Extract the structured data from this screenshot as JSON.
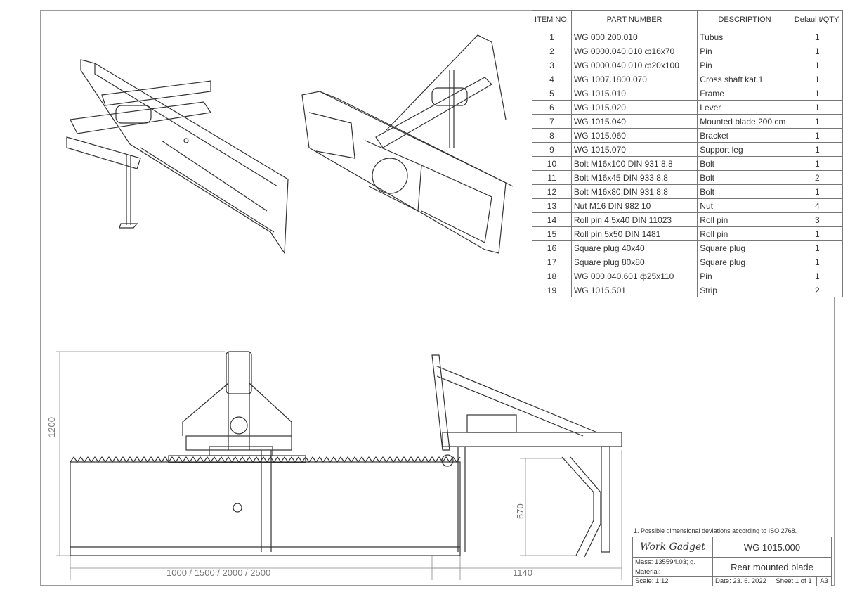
{
  "bom": {
    "headers": {
      "item": "ITEM NO.",
      "part": "PART NUMBER",
      "desc": "DESCRIPTION",
      "qty": "Defaul t/QTY."
    },
    "rows": [
      {
        "item": "1",
        "part": "WG 000.200.010",
        "desc": "Tubus",
        "qty": "1"
      },
      {
        "item": "2",
        "part": "WG 0000.040.010 ф16x70",
        "desc": "Pin",
        "qty": "1"
      },
      {
        "item": "3",
        "part": "WG 0000.040.010 ф20x100",
        "desc": "Pin",
        "qty": "1"
      },
      {
        "item": "4",
        "part": "WG 1007.1800.070",
        "desc": "Cross shaft kat.1",
        "qty": "1"
      },
      {
        "item": "5",
        "part": "WG 1015.010",
        "desc": "Frame",
        "qty": "1"
      },
      {
        "item": "6",
        "part": "WG 1015.020",
        "desc": "Lever",
        "qty": "1"
      },
      {
        "item": "7",
        "part": "WG 1015.040",
        "desc": "Mounted blade 200 cm",
        "qty": "1"
      },
      {
        "item": "8",
        "part": "WG 1015.060",
        "desc": "Bracket",
        "qty": "1"
      },
      {
        "item": "9",
        "part": "WG 1015.070",
        "desc": "Support leg",
        "qty": "1"
      },
      {
        "item": "10",
        "part": "Bolt M16x100 DIN 931 8.8",
        "desc": "Bolt",
        "qty": "1"
      },
      {
        "item": "11",
        "part": "Bolt M16x45 DIN 933 8.8",
        "desc": "Bolt",
        "qty": "2"
      },
      {
        "item": "12",
        "part": "Bolt M16x80 DIN 931 8.8",
        "desc": "Bolt",
        "qty": "1"
      },
      {
        "item": "13",
        "part": "Nut M16 DIN 982 10",
        "desc": "Nut",
        "qty": "4"
      },
      {
        "item": "14",
        "part": "Roll pin 4.5x40 DIN 11023",
        "desc": "Roll pin",
        "qty": "3"
      },
      {
        "item": "15",
        "part": "Roll pin 5x50 DIN 1481",
        "desc": "Roll pin",
        "qty": "1"
      },
      {
        "item": "16",
        "part": "Square plug 40x40",
        "desc": "Square plug",
        "qty": "1"
      },
      {
        "item": "17",
        "part": "Square plug 80x80",
        "desc": "Square plug",
        "qty": "1"
      },
      {
        "item": "18",
        "part": "WG 000.040.601 ф25x110",
        "desc": "Pin",
        "qty": "1"
      },
      {
        "item": "19",
        "part": "WG 1015.501",
        "desc": "Strip",
        "qty": "2"
      }
    ]
  },
  "dimensions": {
    "height": "1200",
    "width": "1000 / 1500 / 2000 / 2500",
    "depth": "1140",
    "blade_height": "570"
  },
  "title_block": {
    "note": "1. Possible dimensional deviations according to ISO 2768.",
    "company": "Work Gadget",
    "drawing_number": "WG 1015.000",
    "mass": "Mass: 135594.03; g.",
    "material": "Material:",
    "title": "Rear mounted blade",
    "scale": "Scale: 1:12",
    "date": "Date: 23. 6. 2022",
    "sheet": "Sheet 1 of 1",
    "size": "A3"
  }
}
